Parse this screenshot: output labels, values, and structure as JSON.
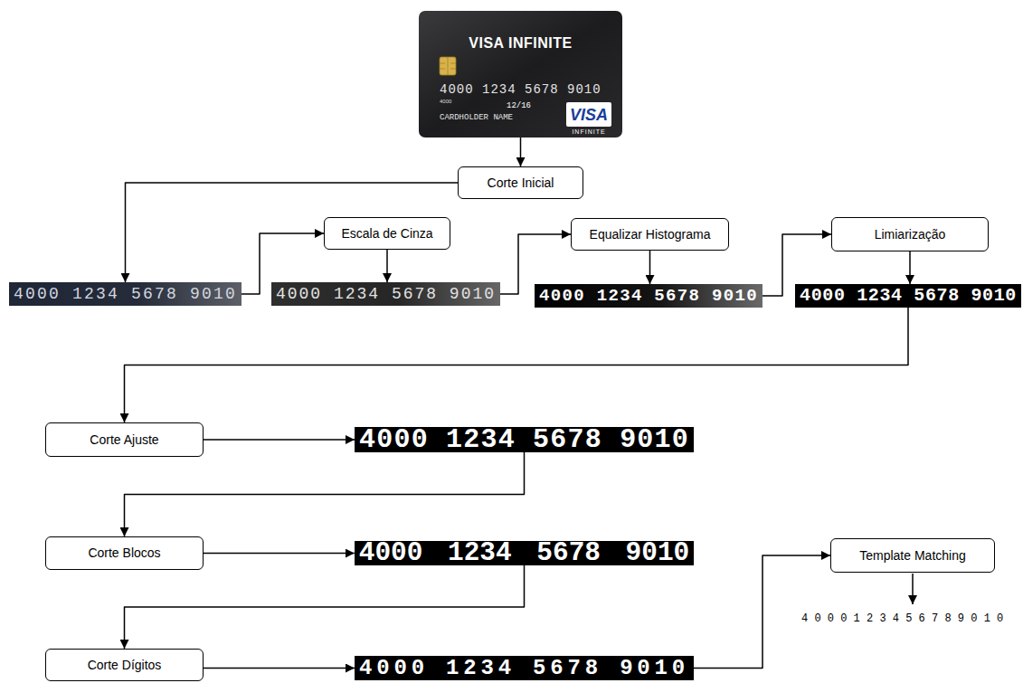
{
  "diagram": {
    "nodes": [
      {
        "text": [
          "VISA INFINITE",
          "4000 1234 5678 9010",
          "4000",
          "12/16",
          "CARDHOLDER NAME",
          "VISA",
          "INFINITE"
        ]
      },
      {
        "text": [
          "Corte Inicial"
        ]
      },
      {
        "text": [
          "Escala de Cinza"
        ]
      },
      {
        "text": [
          "Equalizar Histograma"
        ]
      },
      {
        "text": [
          "Limiarização"
        ]
      },
      {
        "text": [
          "4000 1234 5678 9010"
        ]
      },
      {
        "text": [
          "4000 1234 5678 9010"
        ]
      },
      {
        "text": [
          "4000 1234 5678 9010"
        ]
      },
      {
        "text": [
          "4000 1234 5678 9010"
        ]
      },
      {
        "text": [
          "Corte Ajuste"
        ]
      },
      {
        "text": [
          "4000 1234 5678 9010"
        ]
      },
      {
        "text": [
          "Corte Blocos"
        ]
      },
      {
        "text": [
          "4000 1234 5678 9010"
        ]
      },
      {
        "text": [
          "Template Matching"
        ]
      },
      {
        "text": [
          "Corte Dígitos"
        ]
      },
      {
        "text": [
          "4000 1234 5678 9010"
        ]
      }
    ],
    "edges": [
      {
        "from": 0,
        "to": 1,
        "arrow": "to"
      },
      {
        "from": 1,
        "to": 5,
        "arrow": "to"
      },
      {
        "from": 5,
        "to": 2,
        "arrow": "to"
      },
      {
        "from": 2,
        "to": 6,
        "arrow": "to"
      },
      {
        "from": 6,
        "to": 3,
        "arrow": "to"
      },
      {
        "from": 3,
        "to": 7,
        "arrow": "to"
      },
      {
        "from": 7,
        "to": 4,
        "arrow": "to"
      },
      {
        "from": 4,
        "to": 8,
        "arrow": "to"
      },
      {
        "from": 8,
        "to": 9,
        "arrow": "to"
      },
      {
        "from": 9,
        "to": 10,
        "arrow": "to"
      },
      {
        "from": 10,
        "to": 11,
        "arrow": "to"
      },
      {
        "from": 11,
        "to": 12,
        "arrow": "to"
      },
      {
        "from": 12,
        "to": 14,
        "arrow": "to"
      },
      {
        "from": 14,
        "to": 15,
        "arrow": "to"
      },
      {
        "from": 15,
        "to": 13,
        "arrow": "to"
      }
    ],
    "labels": [
      "4 0 0 0 1 2 3 4 5 6 7 8 9 0 1 0"
    ]
  }
}
